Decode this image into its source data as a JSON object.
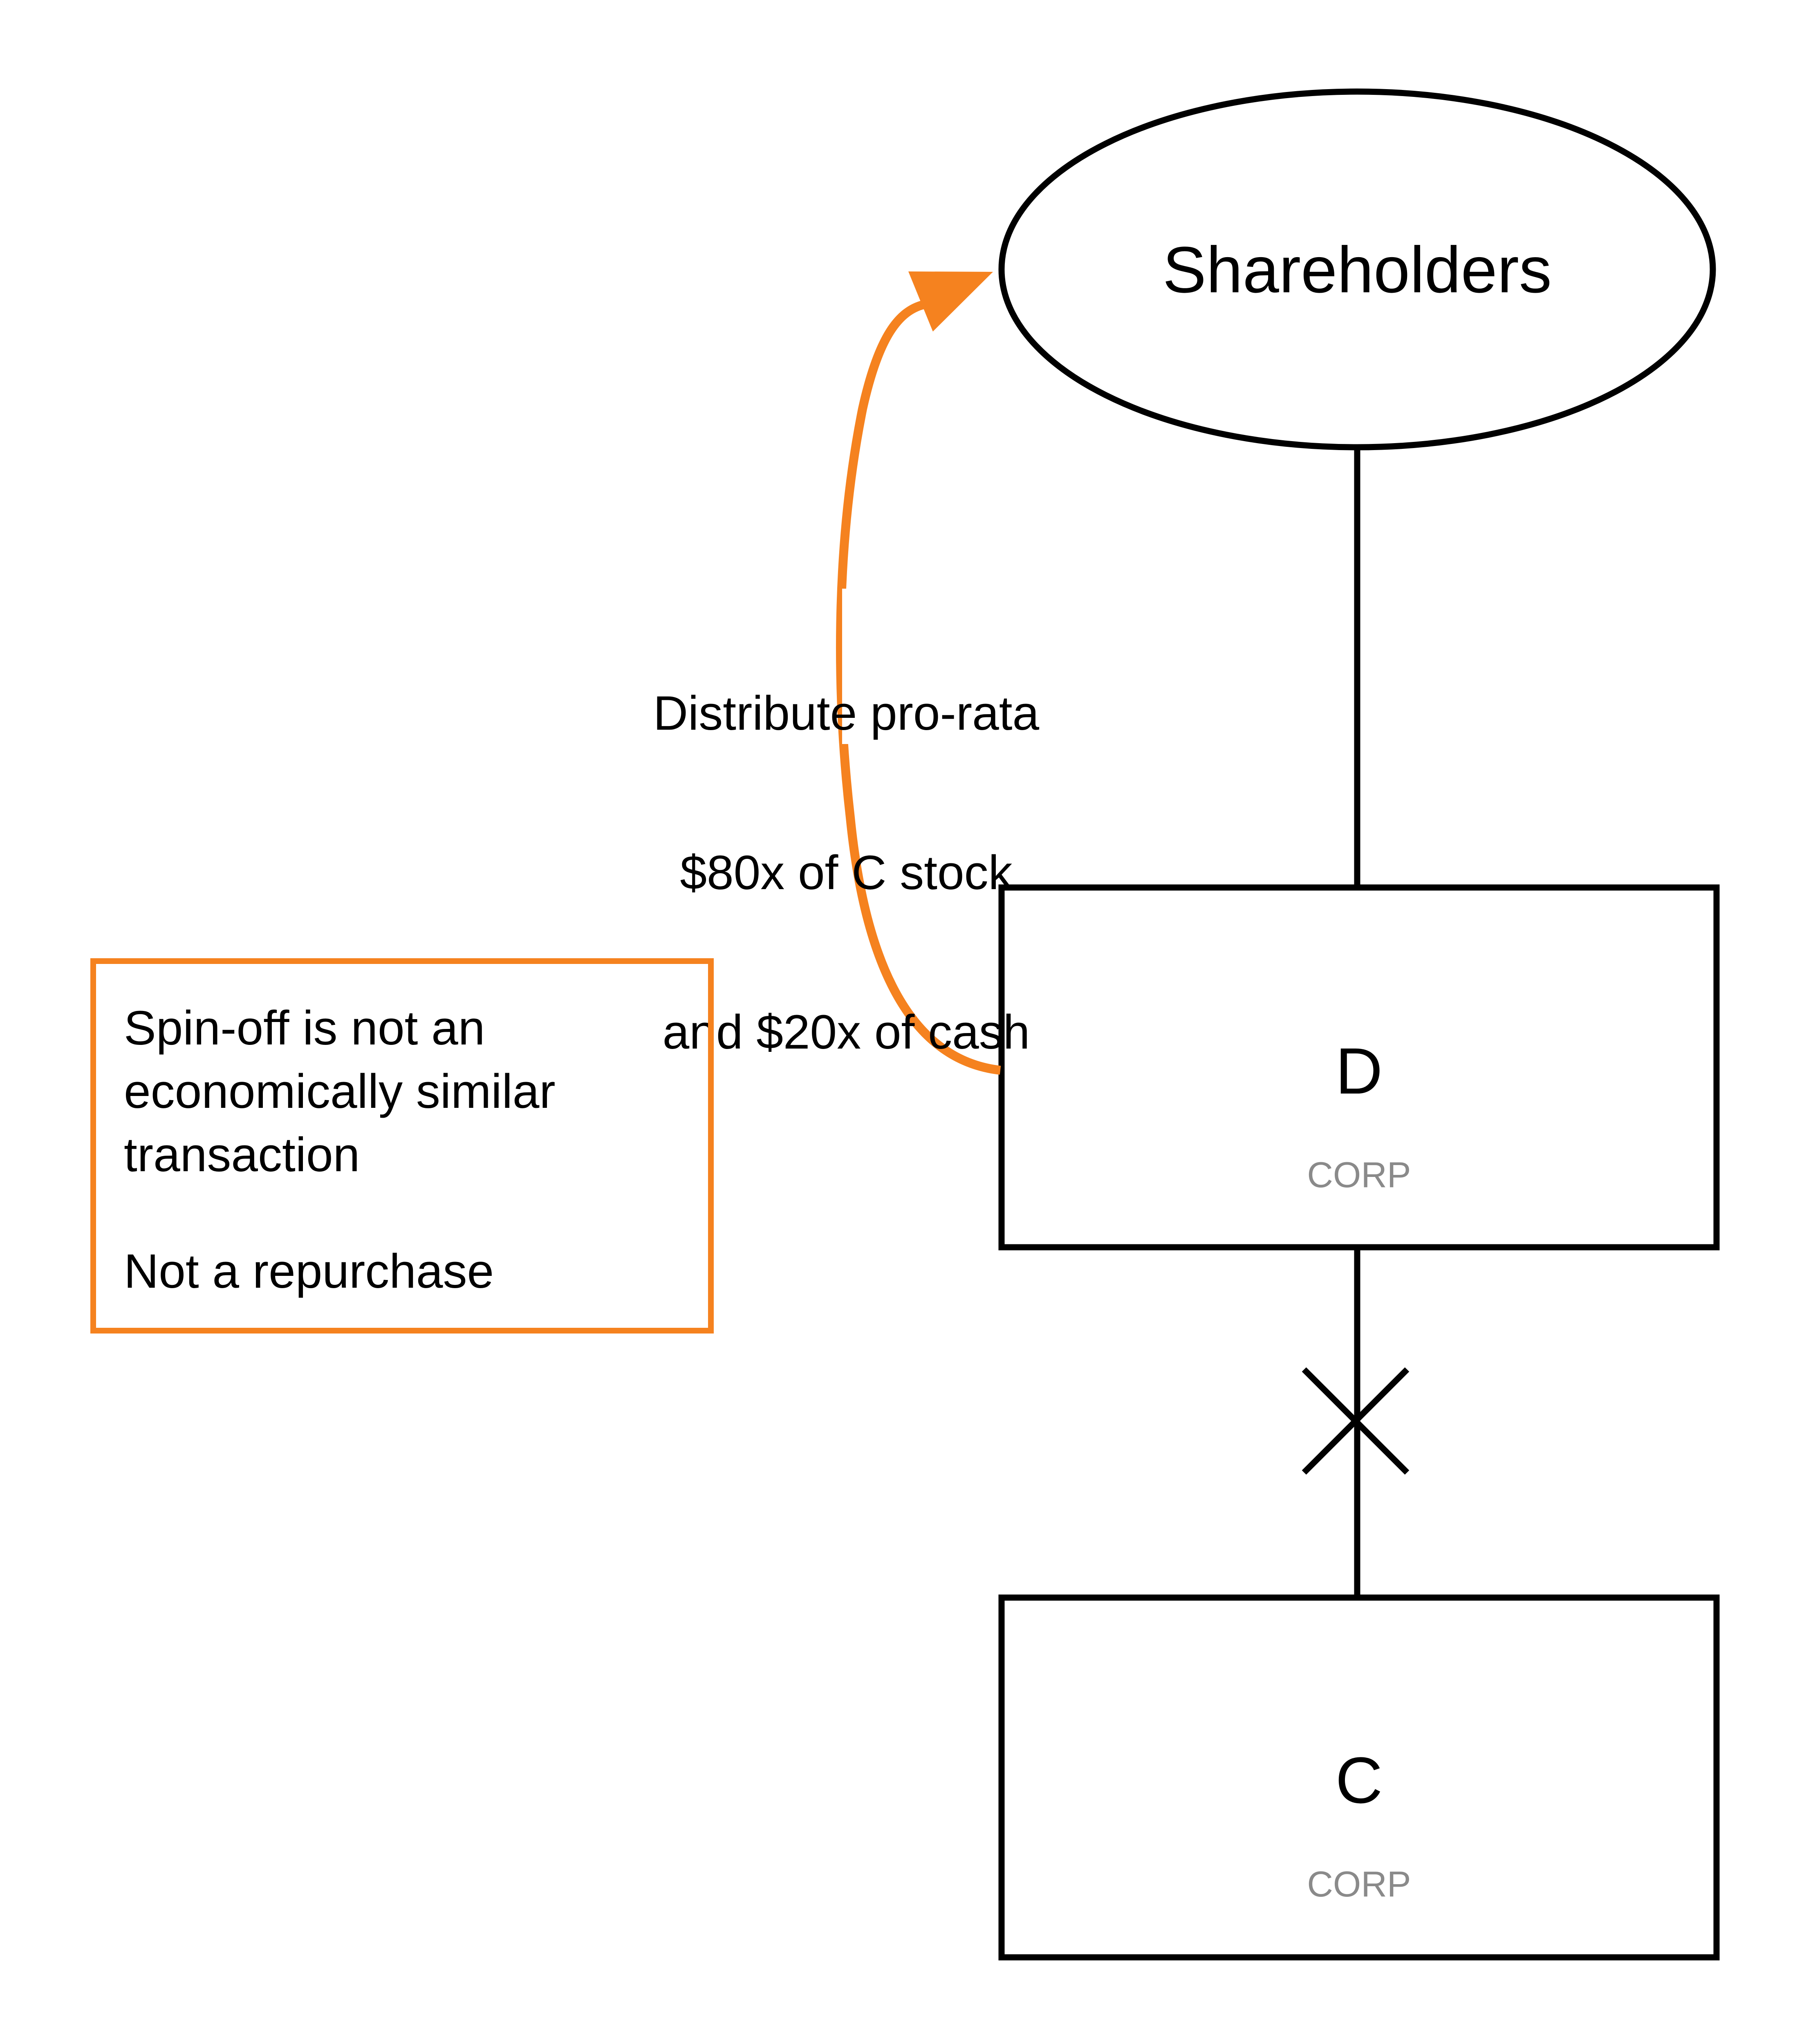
{
  "colors": {
    "accent_orange": "#F5821F",
    "stroke": "#000000",
    "subtitle_gray": "#8A8A8A",
    "background": "#FFFFFF"
  },
  "nodes": {
    "shareholders": {
      "label": "Shareholders",
      "shape": "ellipse"
    },
    "d_corp": {
      "label": "D",
      "type": "CORP",
      "shape": "rectangle"
    },
    "c_corp": {
      "label": "C",
      "type": "CORP",
      "shape": "rectangle"
    }
  },
  "edges": {
    "distribution": {
      "from": "D",
      "to": "Shareholders",
      "style": "orange curved arrow",
      "label_lines": [
        "Distribute pro-rata",
        "$80x of C stock",
        "and $20x of cash"
      ]
    },
    "shareholders_to_d": {
      "from": "Shareholders",
      "to": "D",
      "style": "solid line"
    },
    "d_to_c": {
      "from": "D",
      "to": "C",
      "style": "solid line",
      "marker": "x-cut-icon"
    }
  },
  "note": {
    "lines": [
      "Spin-off is not an",
      "economically similar",
      "transaction"
    ],
    "conclusion": "Not a repurchase"
  }
}
